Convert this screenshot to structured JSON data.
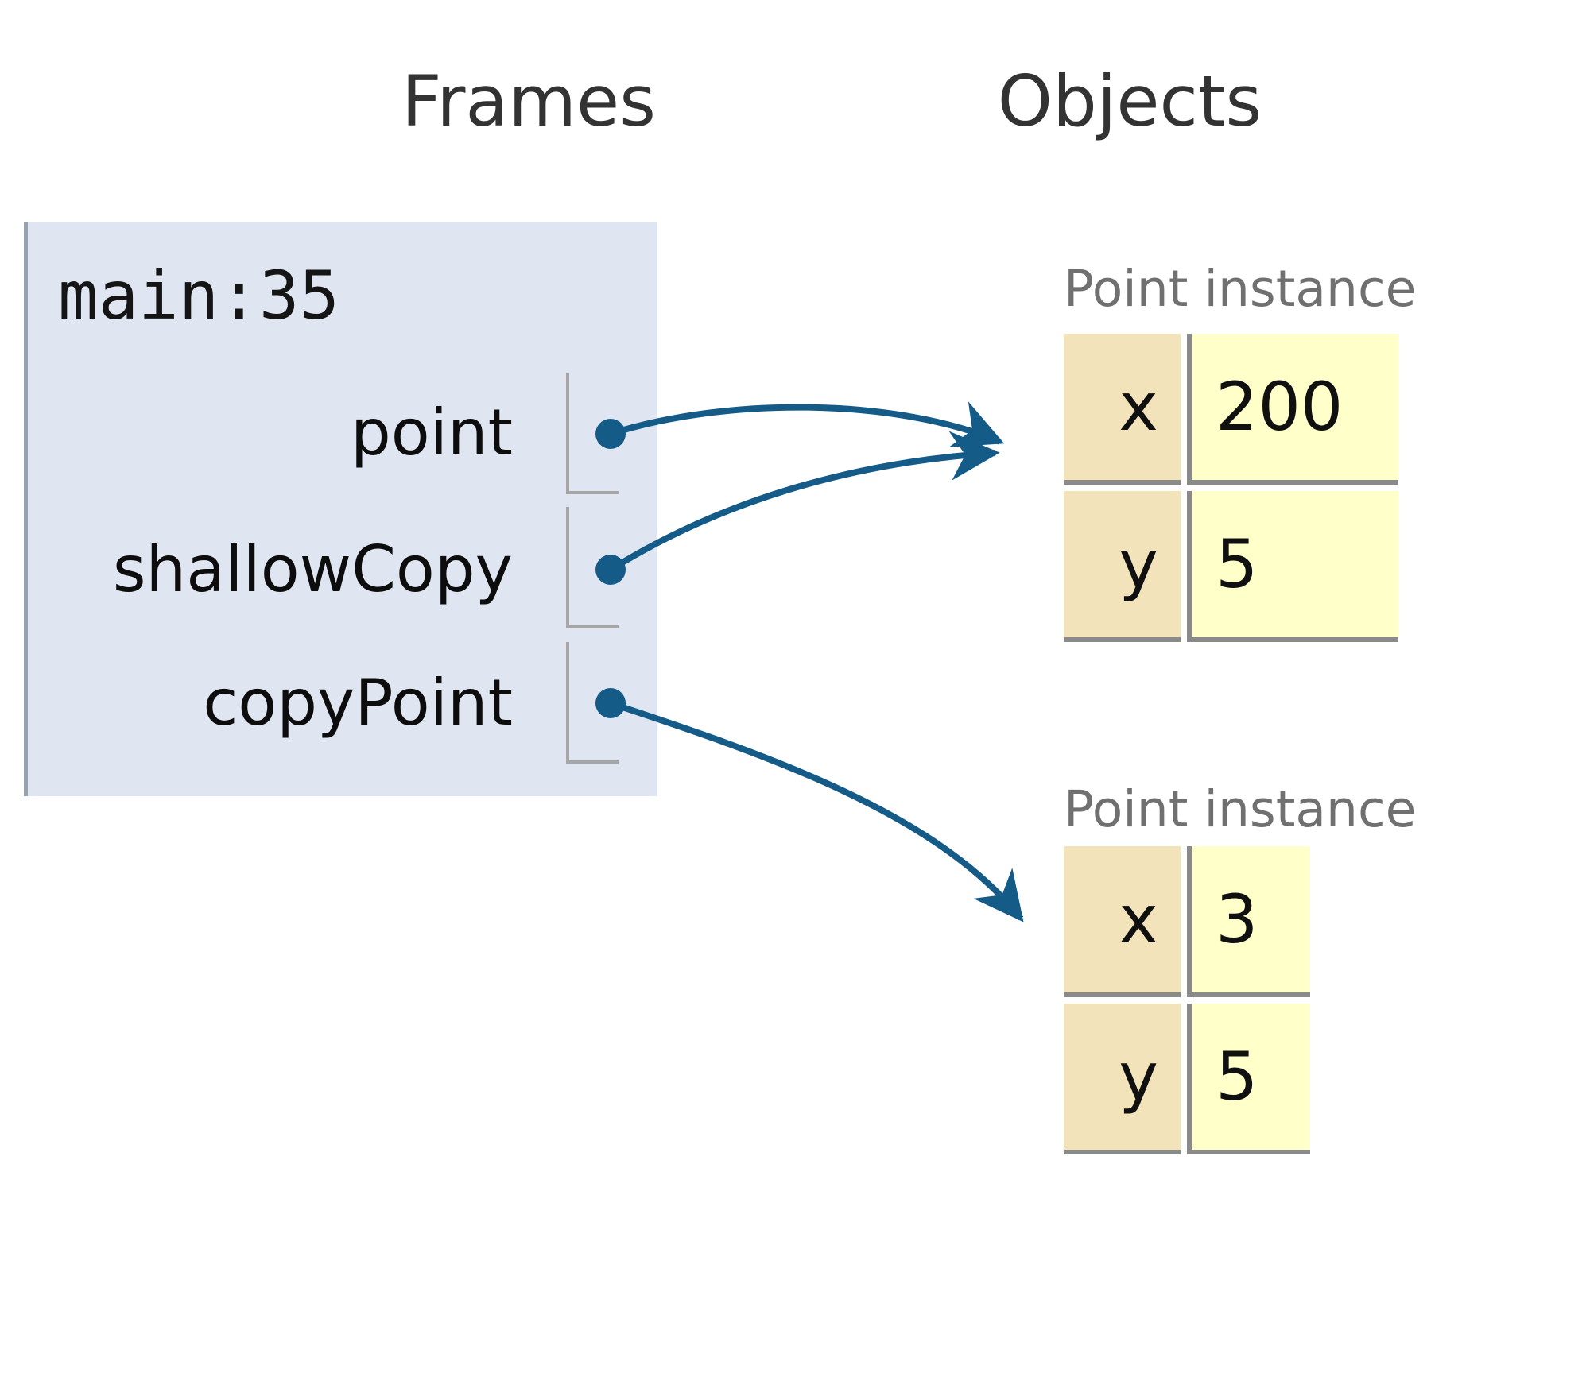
{
  "headings": {
    "frames": "Frames",
    "objects": "Objects"
  },
  "frame": {
    "label": "main:35",
    "variables": [
      {
        "name": "point"
      },
      {
        "name": "shallowCopy"
      },
      {
        "name": "copyPoint"
      }
    ]
  },
  "objects": [
    {
      "label": "Point instance",
      "fields": [
        {
          "key": "x",
          "value": "200"
        },
        {
          "key": "y",
          "value": "5"
        }
      ]
    },
    {
      "label": "Point instance",
      "fields": [
        {
          "key": "x",
          "value": "3"
        },
        {
          "key": "y",
          "value": "5"
        }
      ]
    }
  ],
  "pointers": [
    {
      "from": "point",
      "to": "Point instance 1"
    },
    {
      "from": "shallowCopy",
      "to": "Point instance 1"
    },
    {
      "from": "copyPoint",
      "to": "Point instance 2"
    }
  ],
  "colors": {
    "arrow_blue": "#155b88",
    "frame_bg": "#dfe6f1",
    "frame_left_border": "#97a3ae",
    "bracket_gray": "#a6a6a6",
    "key_cell_bg": "#f3e3bb",
    "value_cell_bg": "#ffffc9",
    "table_border_gray": "#8a8a8a",
    "object_label_gray": "#707070",
    "heading_color": "#333333"
  }
}
